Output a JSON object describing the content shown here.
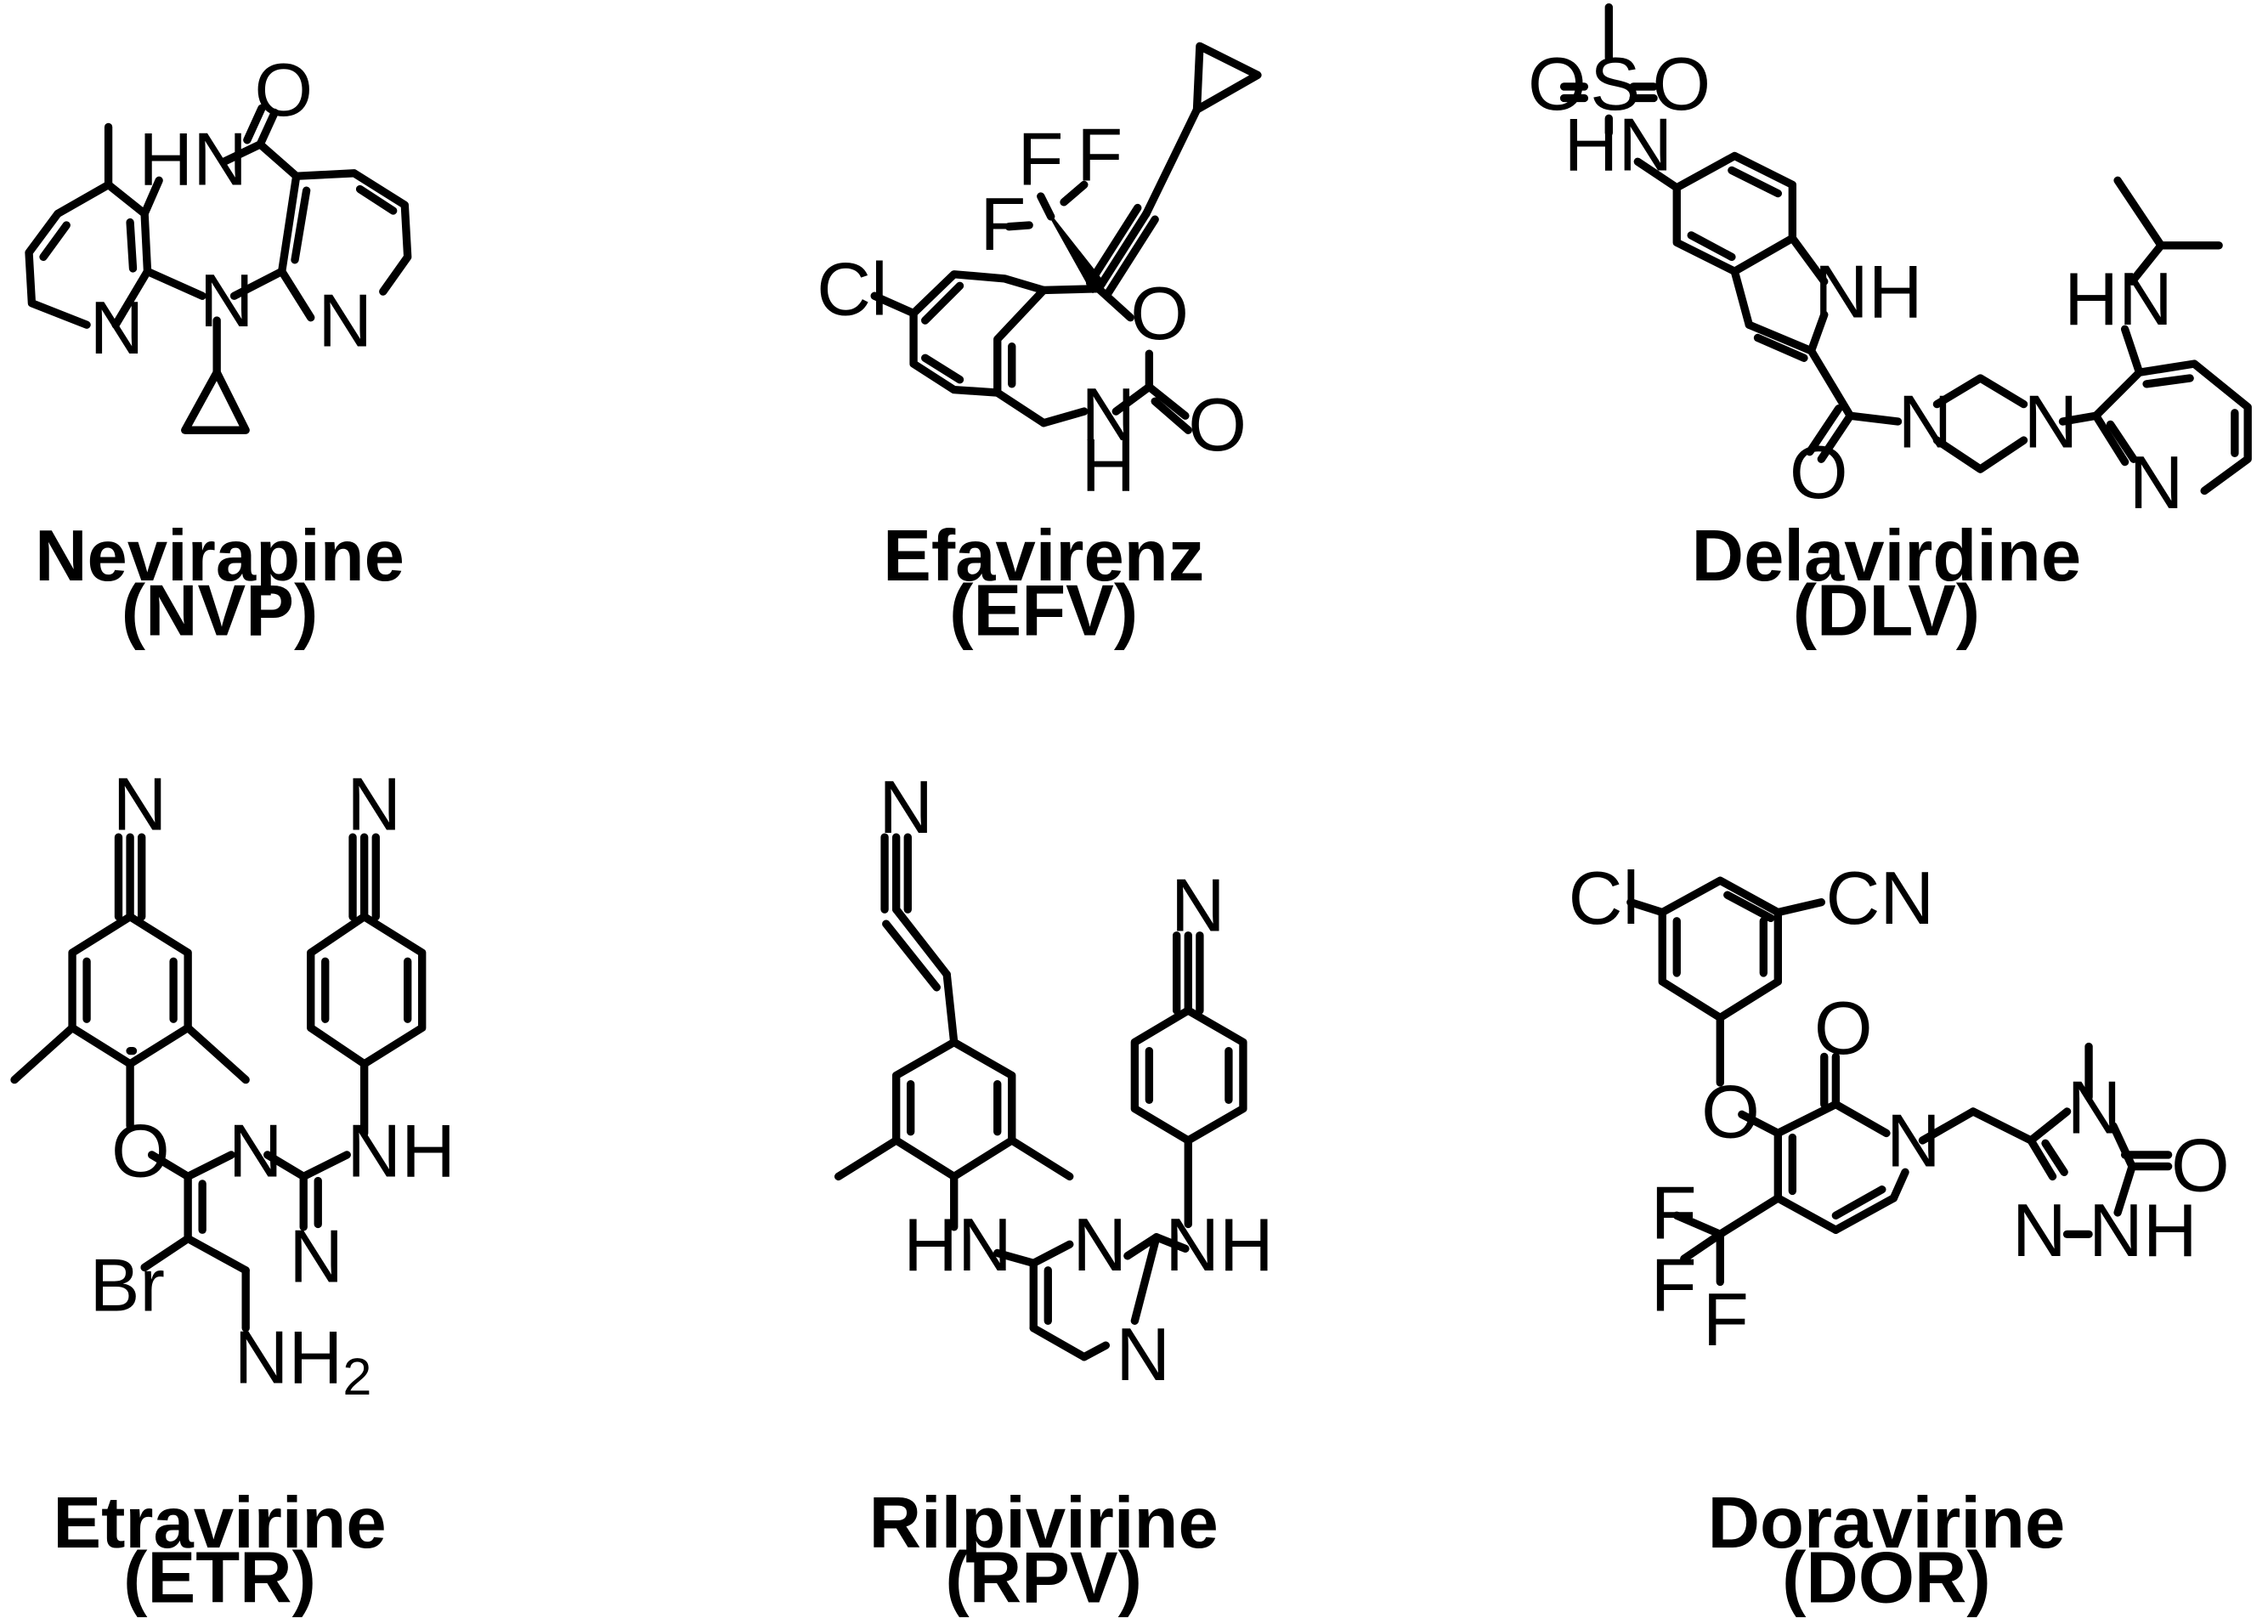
{
  "molecules": [
    {
      "name": "Nevirapine",
      "abbr": "(NVP)",
      "atoms": {
        "o": "O",
        "hn": "HN",
        "n1": "N",
        "n2": "N",
        "n3": "N"
      }
    },
    {
      "name": "Efavirenz",
      "abbr": "(EFV)",
      "atoms": {
        "f1": "F",
        "f2": "F",
        "f3": "F",
        "cl": "Cl",
        "o1": "O",
        "o2": "O",
        "nh_n": "N",
        "nh_h": "H"
      }
    },
    {
      "name": "Delavirdine",
      "abbr": "(DLV)",
      "atoms": {
        "o1": "O",
        "s": "S",
        "o2": "O",
        "hn": "HN",
        "nh": "NH",
        "hn2": "HN",
        "n1": "N",
        "n2": "N",
        "o3": "O",
        "n3": "N"
      }
    },
    {
      "name": "Etravirine",
      "abbr": "(ETR)",
      "atoms": {
        "n1": "N",
        "n2": "N",
        "o": "O",
        "n3": "N",
        "nh": "NH",
        "n4": "N",
        "br": "Br",
        "nh2": "NH",
        "sub2": "2"
      }
    },
    {
      "name": "Rilpivirine",
      "abbr": "(RPV)",
      "atoms": {
        "n1": "N",
        "n2": "N",
        "hn": "HN",
        "n3": "N",
        "nh": "NH",
        "n4": "N"
      }
    },
    {
      "name": "Doravirine",
      "abbr": "(DOR)",
      "atoms": {
        "cl": "Cl",
        "cn": "CN",
        "o1": "O",
        "o2": "O",
        "n1": "N",
        "n2": "N",
        "o3": "O",
        "n3": "N",
        "nh": "NH",
        "f1": "F",
        "f2": "F",
        "f3": "F"
      }
    }
  ]
}
